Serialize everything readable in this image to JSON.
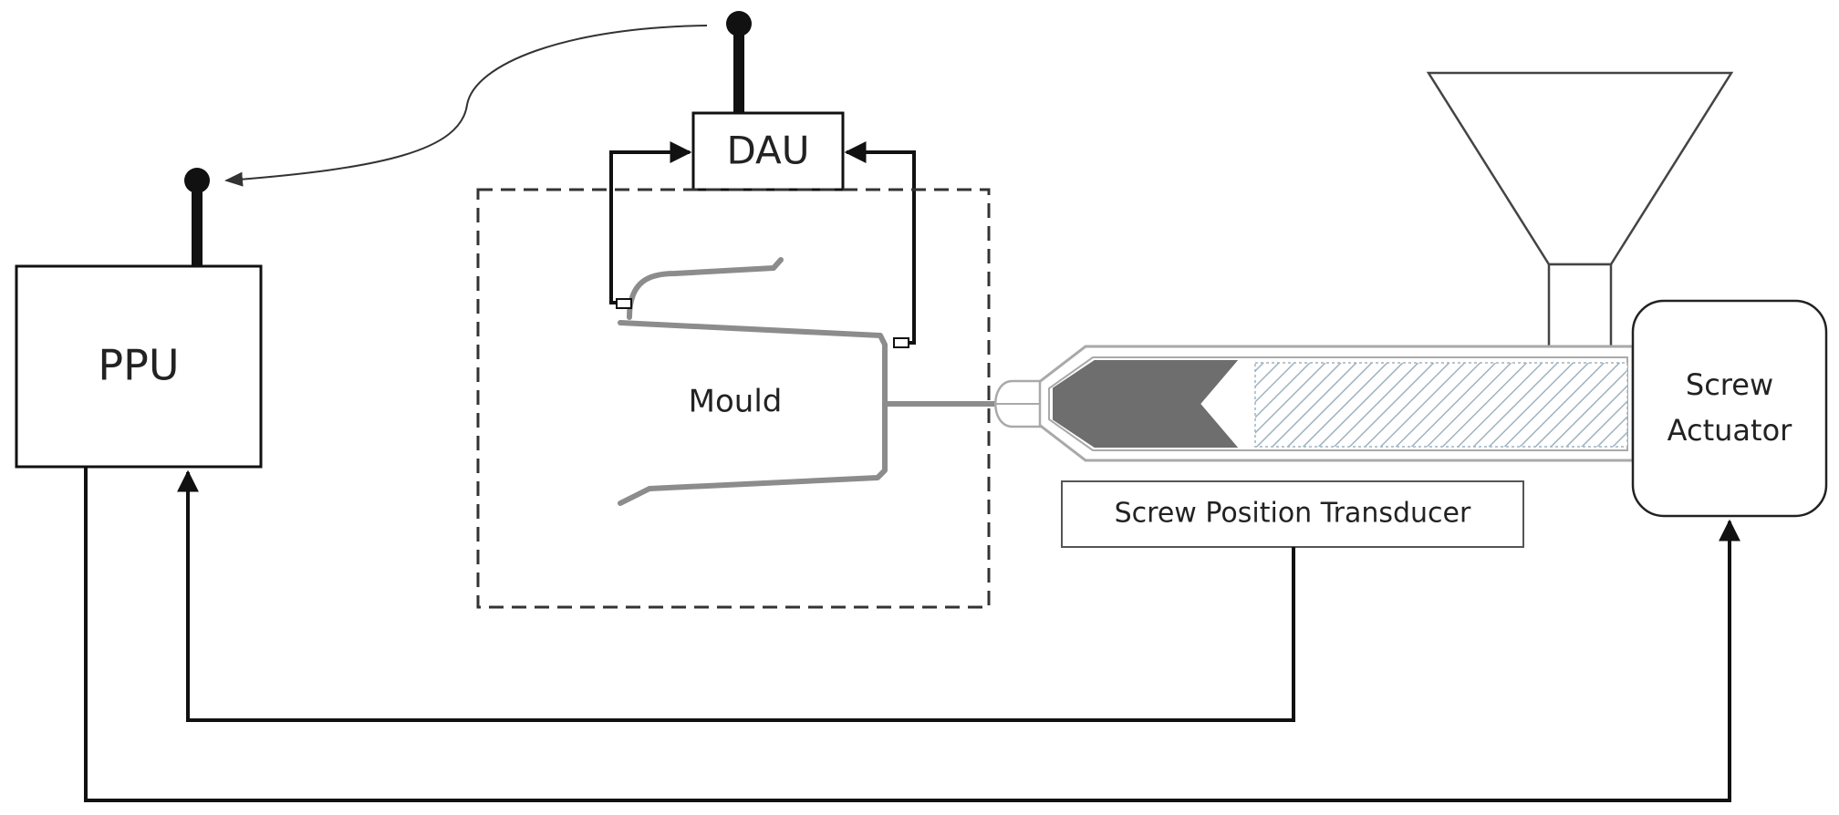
{
  "labels": {
    "ppu": "PPU",
    "dau": "DAU",
    "mould": "Mould",
    "screw_position_transducer": "Screw Position Transducer",
    "screw_actuator_line1": "Screw",
    "screw_actuator_line2": "Actuator"
  },
  "colors": {
    "line": "#111111",
    "mould_outline": "#8c8c8c",
    "barrel_outline": "#a9a9a9",
    "screw_tip": "#6e6e6e",
    "hatch": "#9fb3bf"
  },
  "icons": {
    "antenna": "antenna-icon",
    "hopper": "hopper-icon"
  }
}
